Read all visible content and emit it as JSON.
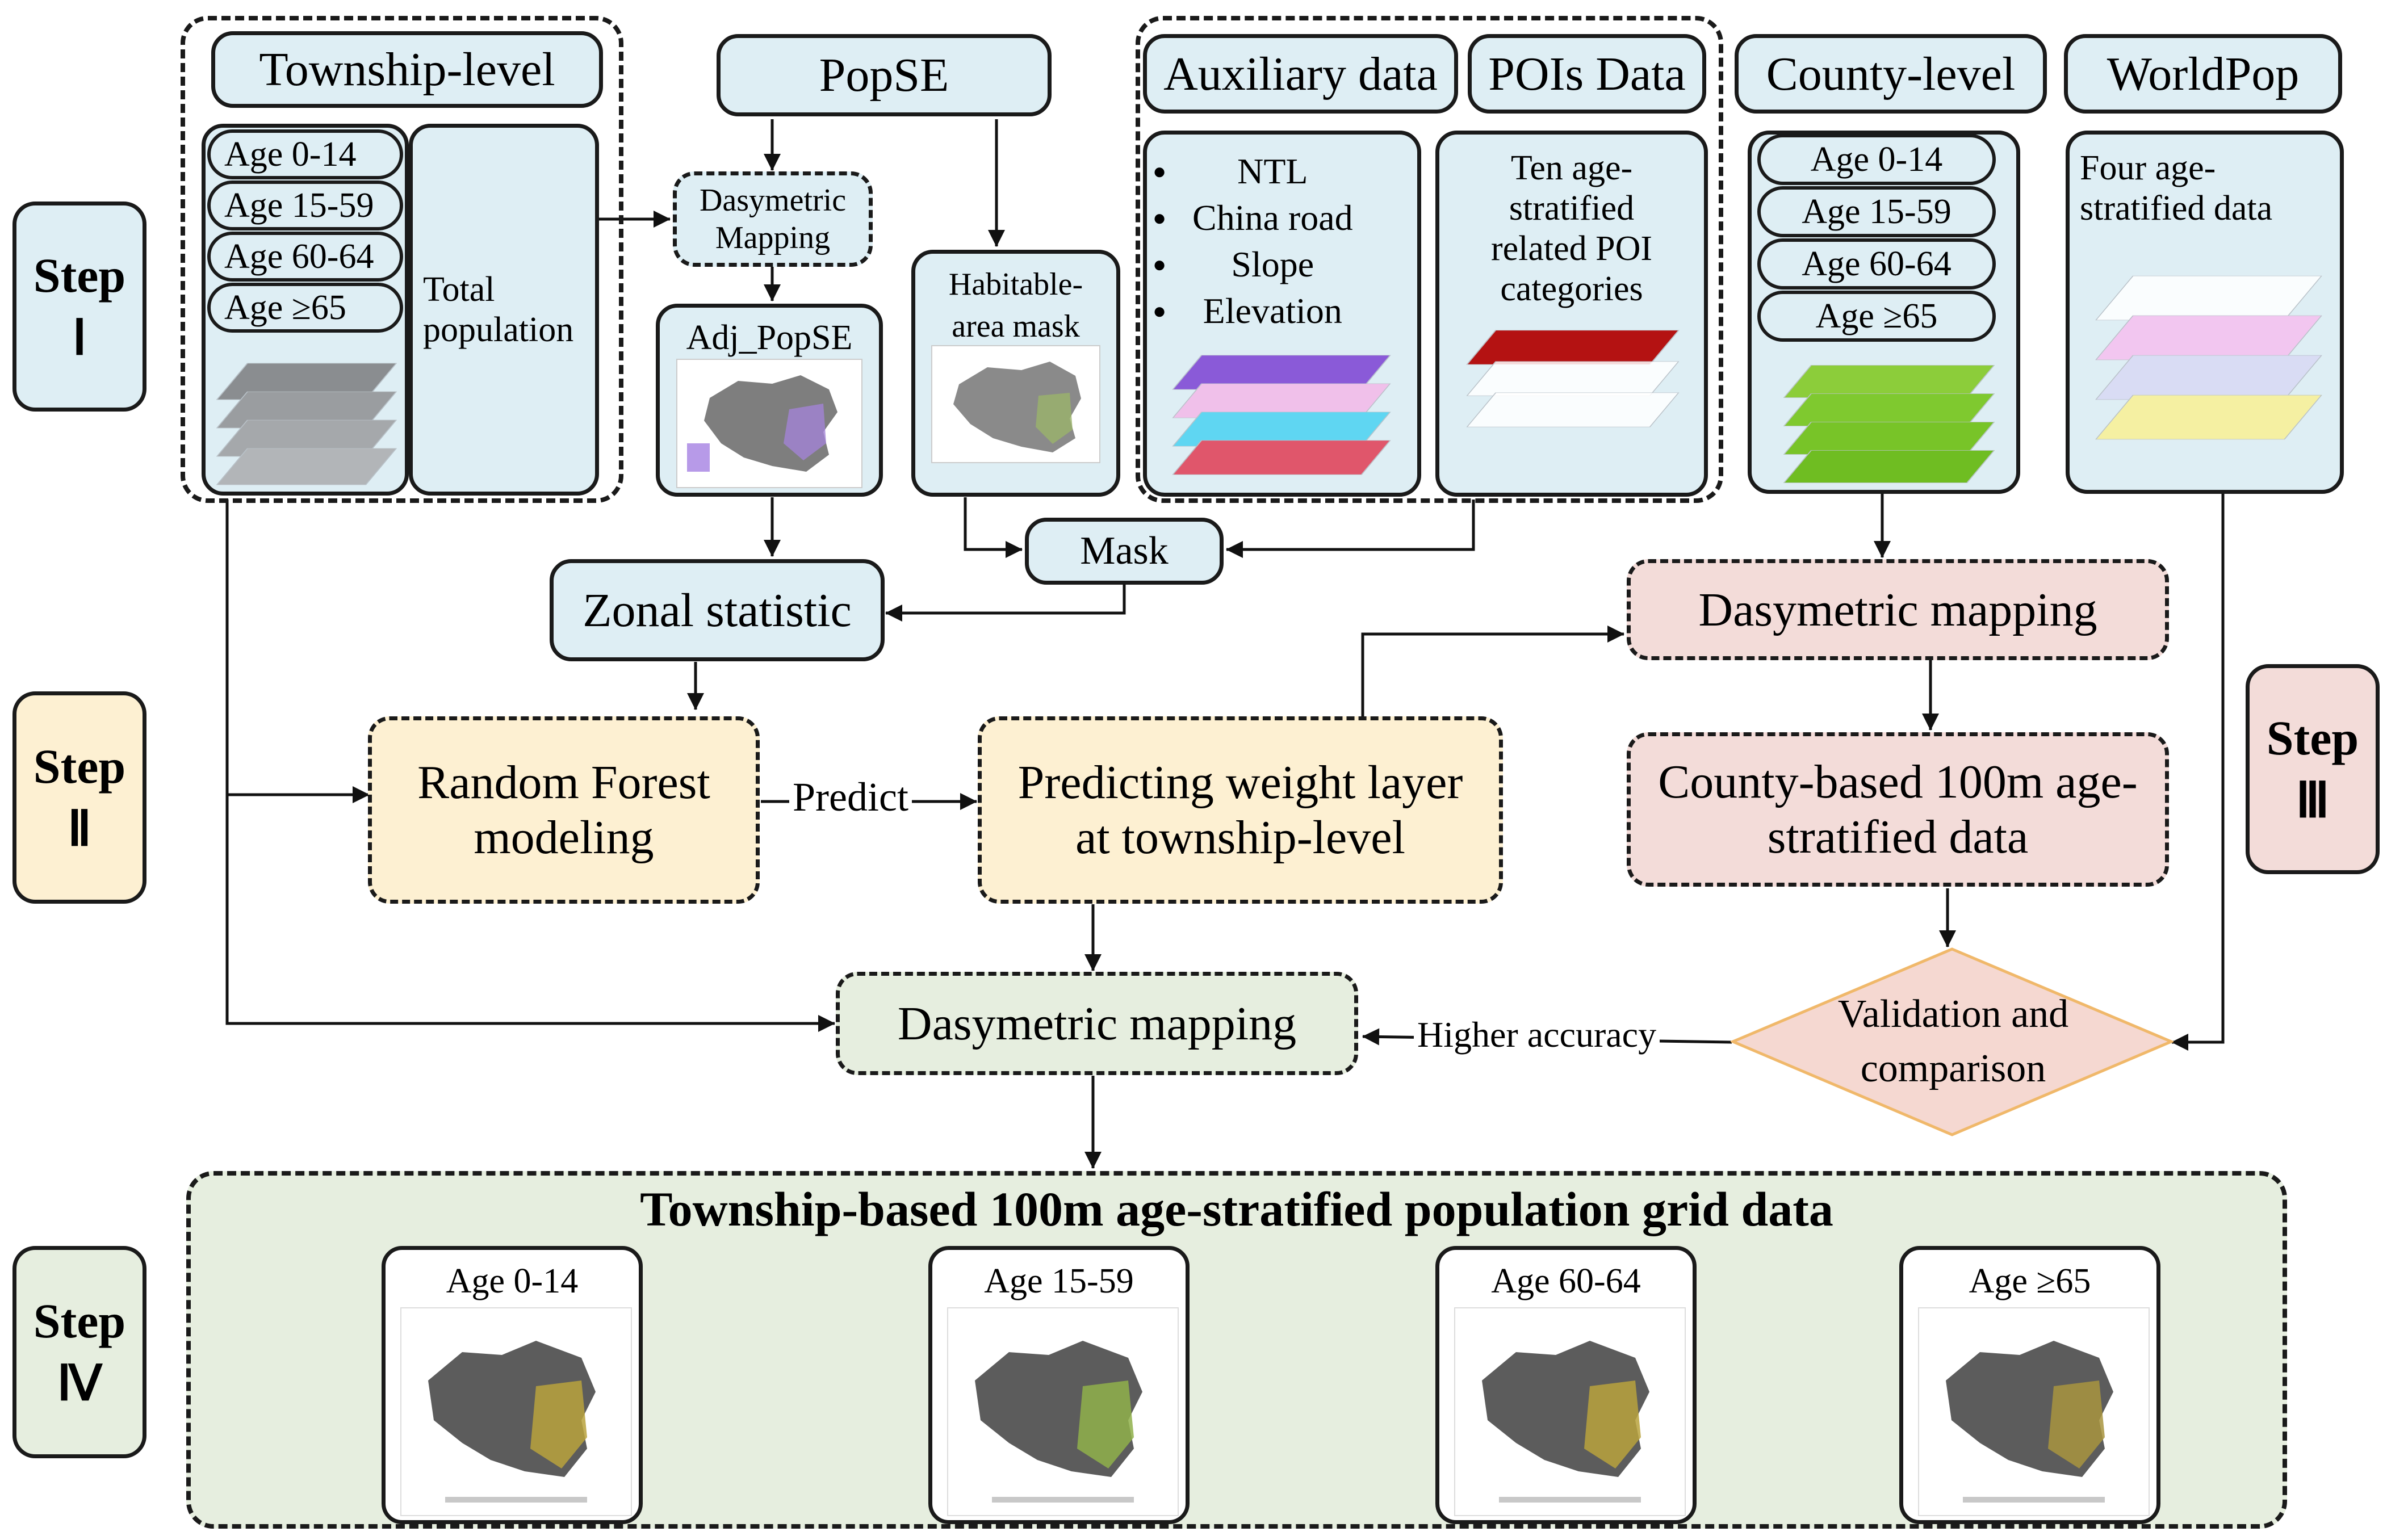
{
  "steps": {
    "step1": {
      "label": "Step",
      "numeral": "Ⅰ"
    },
    "step2": {
      "label": "Step",
      "numeral": "Ⅱ"
    },
    "step3": {
      "label": "Step",
      "numeral": "Ⅲ"
    },
    "step4": {
      "label": "Step",
      "numeral": "Ⅳ"
    }
  },
  "township": {
    "title": "Township-level",
    "ages": [
      "Age 0-14",
      "Age 15-59",
      "Age 60-64",
      "Age ≥65"
    ],
    "total_line1": "Total",
    "total_line2": "population"
  },
  "popse": {
    "title": "PopSE",
    "dasymetric_line1": "Dasymetric",
    "dasymetric_line2": "Mapping",
    "adj": "Adj_PopSE",
    "habitable_line1": "Habitable-",
    "habitable_line2": "area mask"
  },
  "auxiliary": {
    "title": "Auxiliary data",
    "items": [
      "NTL",
      "China road",
      "Slope",
      "Elevation"
    ]
  },
  "pois": {
    "title": "POIs Data",
    "line1": "Ten age-",
    "line2": "stratified",
    "line3": "related POI",
    "line4": "categories"
  },
  "county": {
    "title": "County-level",
    "ages": [
      "Age 0-14",
      "Age 15-59",
      "Age 60-64",
      "Age ≥65"
    ]
  },
  "worldpop": {
    "title": "WorldPop",
    "line1": "Four age-",
    "line2": "stratified data"
  },
  "process": {
    "mask": "Mask",
    "zonal": "Zonal statistic",
    "rf_line1": "Random Forest",
    "rf_line2": "modeling",
    "predict": "Predict",
    "weight_line1": "Predicting weight layer",
    "weight_line2": "at township-level",
    "dasy_county": "Dasymetric mapping",
    "county_line1": "County-based 100m age-",
    "county_line2": "stratified data",
    "validation_line1": "Validation and",
    "validation_line2": "comparison",
    "higher": "Higher accuracy",
    "dasy_final": "Dasymetric mapping"
  },
  "output": {
    "title": "Township-based 100m age-stratified population grid data",
    "maps": [
      "Age 0-14",
      "Age 15-59",
      "Age 60-64",
      "Age ≥65"
    ]
  },
  "colors": {
    "blue": "#deeef4",
    "yellow": "#fdf0d2",
    "pink": "#f3dcd9",
    "green": "#e6eedf",
    "diamond": "#f5d8d1",
    "diamond_border": "#f0b86a"
  }
}
